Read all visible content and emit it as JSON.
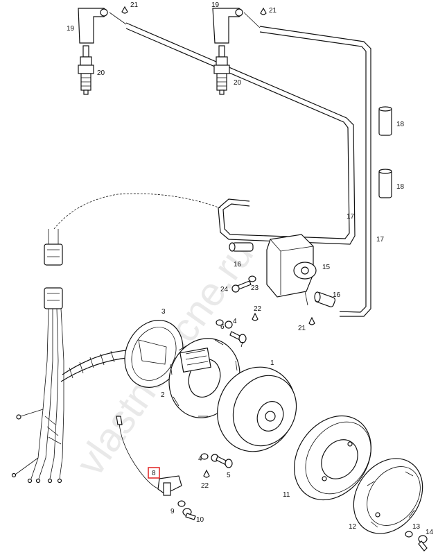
{
  "callouts": {
    "c1": "1",
    "c2": "2",
    "c3": "3",
    "c4": "4",
    "c5": "5",
    "c6": "6",
    "c7": "7",
    "c8": "8",
    "c9": "9",
    "c10": "10",
    "c11": "11",
    "c12": "12",
    "c13": "13",
    "c14": "14",
    "c15": "15",
    "c16a": "16",
    "c16b": "16",
    "c17a": "17",
    "c17b": "17",
    "c18a": "18",
    "c18b": "18",
    "c19a": "19",
    "c19b": "19",
    "c20a": "20",
    "c20b": "20",
    "c21a": "21",
    "c21b": "21",
    "c21c": "21",
    "c22a": "22",
    "c22b": "22",
    "c23": "23",
    "c24": "24"
  },
  "highlight": {
    "part": "8",
    "color": "#e02020"
  },
  "watermark": "vlastnorucne.ru"
}
